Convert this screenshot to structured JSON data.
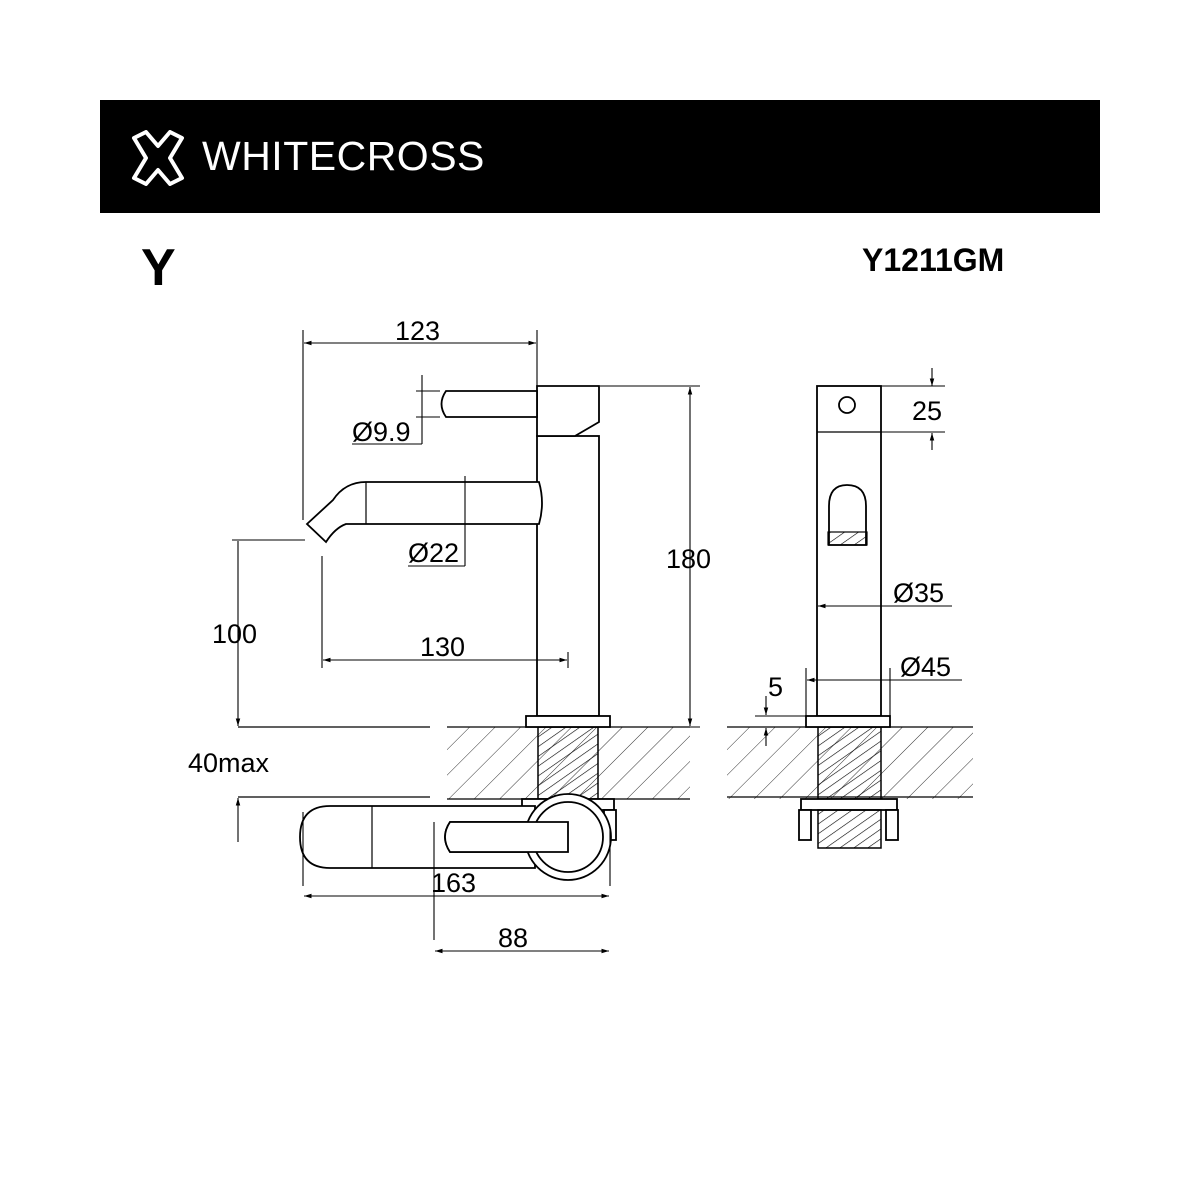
{
  "header": {
    "brand": "WHITECROSS",
    "logo": "whitecross-x-logo-icon"
  },
  "series": "Y",
  "model": "Y1211GM",
  "dimensions": {
    "spout_reach_top": "123",
    "lever_diameter": "Ø9.9",
    "spout_diameter": "Ø22",
    "total_height": "180",
    "spout_height": "100",
    "spout_reach": "130",
    "deck_thickness": "40max",
    "handle_height": "25",
    "body_diameter": "Ø35",
    "base_diameter": "Ø45",
    "base_thickness": "5",
    "plan_length": "163",
    "plan_handle": "88"
  },
  "colors": {
    "banner": "#000000",
    "line": "#000000",
    "background": "#ffffff"
  }
}
